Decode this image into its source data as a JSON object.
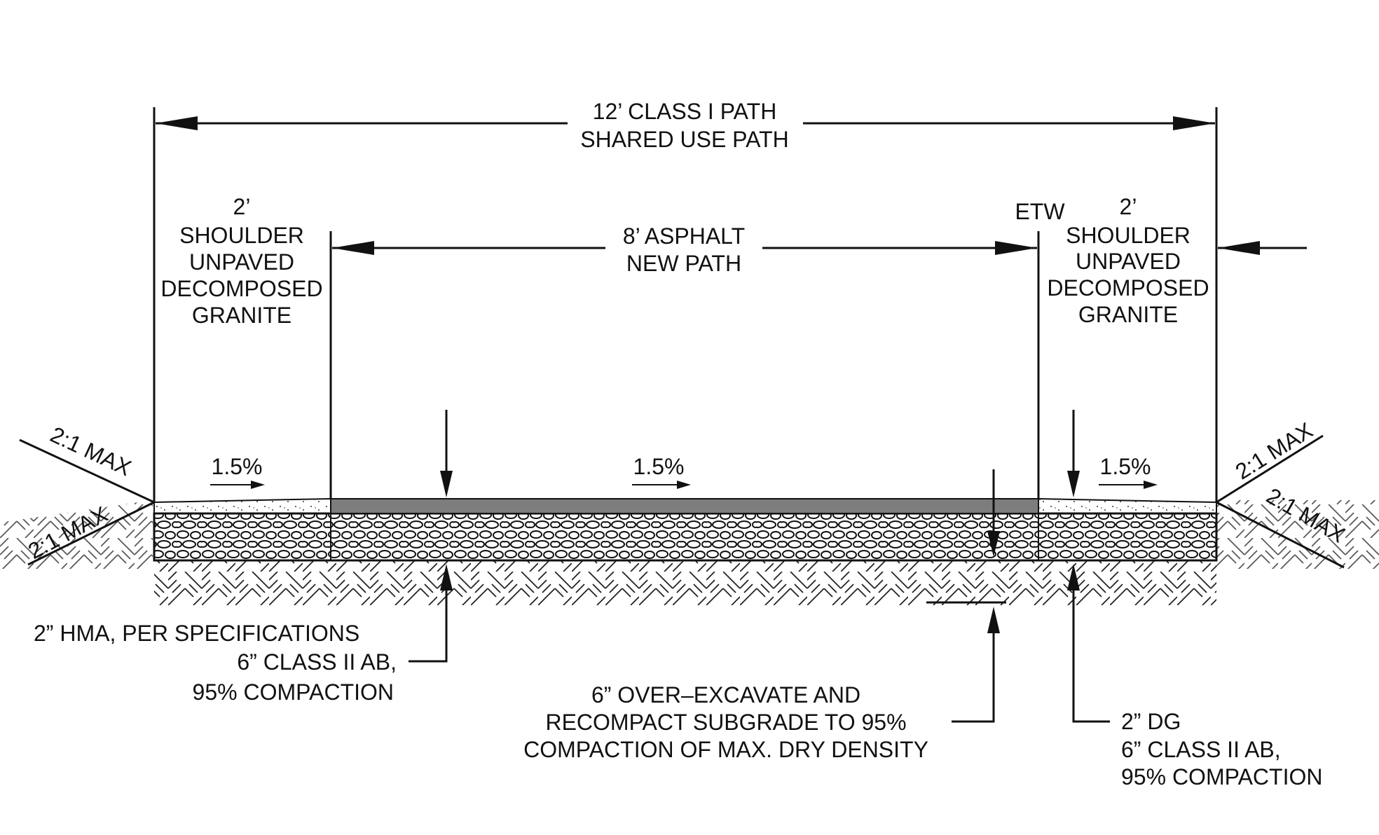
{
  "dimensions": {
    "overall_line1": "12’ CLASS I PATH",
    "overall_line2": "SHARED USE PATH",
    "asphalt_line1": "8’ ASPHALT",
    "asphalt_line2": "NEW PATH",
    "etw": "ETW"
  },
  "left_shoulder": [
    "2’",
    "SHOULDER",
    "UNPAVED",
    "DECOMPOSED",
    "GRANITE"
  ],
  "right_shoulder": [
    "2’",
    "SHOULDER",
    "UNPAVED",
    "DECOMPOSED",
    "GRANITE"
  ],
  "slopes": {
    "left_shoulder": "1.5%",
    "path": "1.5%",
    "right_shoulder": "1.5%",
    "left_upper": "2:1 MAX",
    "left_lower": "2:1 MAX",
    "right_upper": "2:1 MAX",
    "right_lower": "2:1 MAX"
  },
  "callouts": {
    "hma": "2” HMA, PER SPECIFICATIONS",
    "ab_line1": "6” CLASS II AB,",
    "ab_line2": "95% COMPACTION",
    "subgrade_line1": "6” OVER–EXCAVATE AND",
    "subgrade_line2": "RECOMPACT SUBGRADE TO 95%",
    "subgrade_line3": "COMPACTION OF MAX. DRY DENSITY",
    "dg_line1": "2” DG",
    "dg_line2": "6” CLASS II AB,",
    "dg_line3": "95% COMPACTION"
  },
  "colors": {
    "line": "#111111",
    "asphalt": "#7d7d7d",
    "dg_fill": "#e4e4e4"
  }
}
